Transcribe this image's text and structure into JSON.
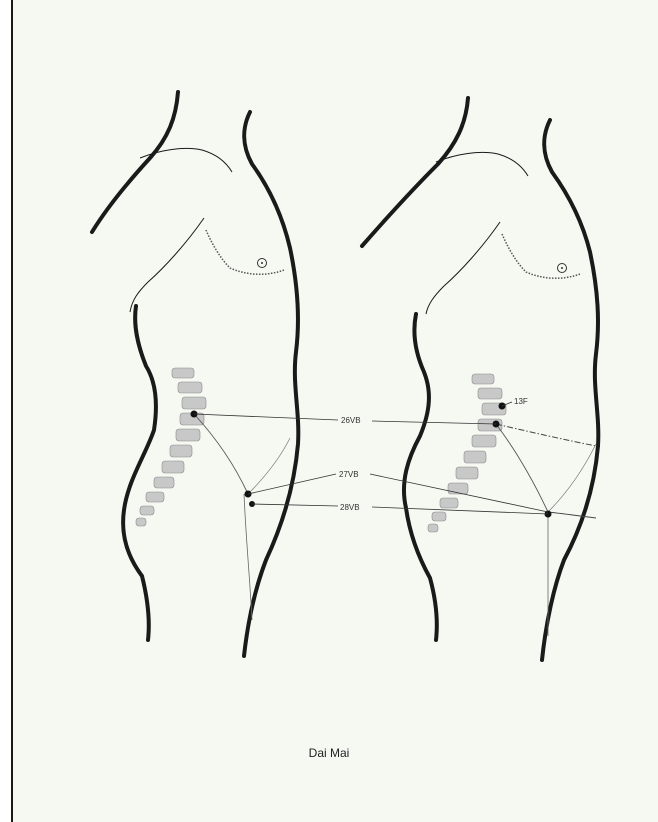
{
  "caption": "Dai Mai",
  "points": {
    "p26": "26VB",
    "p27": "27VB",
    "p28": "28VB",
    "p13": "13F"
  },
  "colors": {
    "ink": "#1a1a1a",
    "paper": "#f6f8f2",
    "spine": "#9a9a9a"
  }
}
